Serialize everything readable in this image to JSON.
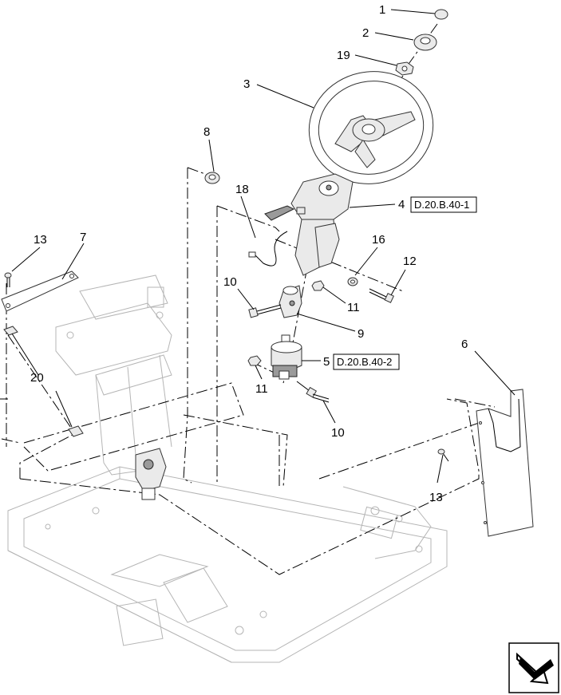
{
  "callouts": {
    "c1": "1",
    "c2": "2",
    "c19": "19",
    "c3": "3",
    "c8": "8",
    "c18": "18",
    "c4": "4",
    "c4ref": "D.20.B.40-1",
    "c16": "16",
    "c12": "12",
    "c13a": "13",
    "c7": "7",
    "c10a": "10",
    "c11a": "11",
    "c9": "9",
    "c5": "5",
    "c5ref": "D.20.B.40-2",
    "c11b": "11",
    "c10b": "10",
    "c20": "20",
    "c6": "6",
    "c13b": "13"
  },
  "icons": {
    "nav": "next-page-arrow-icon"
  }
}
